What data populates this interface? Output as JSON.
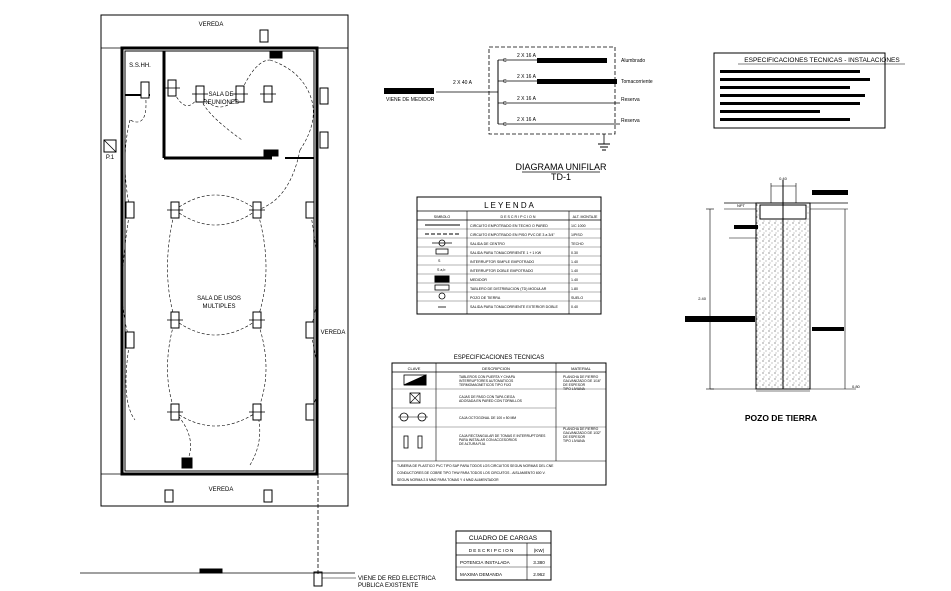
{
  "plan": {
    "vereda_top": "VEREDA",
    "vereda_bottom": "VEREDA",
    "vereda_right": "VEREDA",
    "room_ss_hh": "S.S.HH.",
    "room_reuniones_1": "SALA DE",
    "room_reuniones_2": "REUNIONES",
    "room_usos_1": "SALA DE USOS",
    "room_usos_2": "MULTIPLES",
    "panel_label": "P.1",
    "feed_note_1": "VIENE DE RED ELECTRICA",
    "feed_note_2": "PUBLICA EXISTENTE"
  },
  "unifilar": {
    "title_1": "DIAGRAMA  UNIFILAR",
    "title_2": "TD-1",
    "feed_label": "VIENE DE MEDIDOR",
    "main_breaker": "2 X 40 A",
    "circuits": [
      {
        "id": "C",
        "rating": "2 X 16 A",
        "use": "Alumbrado"
      },
      {
        "id": "C",
        "rating": "2 X 16 A",
        "use": "Tomacorriente"
      },
      {
        "id": "C",
        "rating": "2 X 16 A",
        "use": "Reserva"
      },
      {
        "id": "C",
        "rating": "2 X 16 A",
        "use": "Reserva"
      }
    ]
  },
  "especificaciones": {
    "title": "ESPECIFICACIONES  TECNICAS  -  INSTALACIONES"
  },
  "leyenda": {
    "title": "L E Y E N D A",
    "headers": [
      "SIMBOLO",
      "D E S C R I P C I O N",
      "ALT. MONTAJE"
    ],
    "rows": [
      {
        "desc": "CIRCUITO EMPOTRADO EN TECHO O PARED",
        "alt": "1/C 1000"
      },
      {
        "desc": "CIRCUITO EMPOTRADO EN PISO PVC DE 3 a 3/4\"",
        "alt": "1/PISO"
      },
      {
        "desc": "SALIDA DE CENTRO",
        "alt": "TECHO"
      },
      {
        "desc": "SALIDA PARA TOMACORRIENTE 1 + 1 KW",
        "alt": "0.30"
      },
      {
        "desc": "INTERRUPTOR SIMPLE EMPOTRADO",
        "alt": "1.40"
      },
      {
        "desc": "INTERRUPTOR DOBLE EMPOTRADO",
        "alt": "1.40"
      },
      {
        "desc": "MEDIDOR",
        "alt": "1.40"
      },
      {
        "desc": "TABLERO DE DISTRIBUCION (TD) MODULAR",
        "alt": "1.80"
      },
      {
        "desc": "POZO DE TIERRA",
        "alt": "SUELO"
      },
      {
        "desc": "SALIDA PARA TOMACORRIENTE EXTERIOR DOBLE",
        "alt": "0.40"
      }
    ],
    "symbols": [
      "",
      "",
      "",
      "",
      "S",
      "S  a,b",
      "",
      "",
      "",
      ""
    ]
  },
  "especificaciones_tecnicas": {
    "title": "ESPECIFICACIONES TECNICAS",
    "headers": [
      "CLAVE",
      "DESCRIPCION",
      "MATERIAL"
    ],
    "rows": [
      {
        "desc": [
          "TABLEROS CON PUERTA Y CHAPA",
          "INTERRUPTORES AUTOMATICOS",
          "TERMOMAGNETICOS TIPO FIJO"
        ],
        "mat": [
          "PLANCHA DE FIERRO",
          "GALVANIZADO DE 1/16\"",
          "DE ESPESOR",
          "TIPO LIVIANA"
        ]
      },
      {
        "desc": [
          "CAJAS DE PASO CON TAPA CIEGA",
          "ADOSADA EN PARED CON TORNILLOS"
        ],
        "mat": [
          "PLANCHA DE FIERRO",
          "GALVANIZADO DE 1/32\"",
          "DE ESPESOR",
          "TIPO LIVIANA"
        ]
      },
      {
        "desc": [
          "CAJA OCTOGONAL DE 100 x 50 MM"
        ],
        "mat": []
      },
      {
        "desc": [
          "CAJA RECTANGULAR DE TOMAS E INTERRUPTORES",
          "PARA INSTALAR CON ACCESORIOS",
          "DE ALTURA FIJA"
        ],
        "mat": []
      }
    ],
    "footer_1": "TUBERIA DE PLASTICO PVC TIPO SAP PARA TODOS LOS CIRCUITOS SEGUN NORMAS DEL CNE",
    "footer_2": "CONDUCTORES DE COBRE TIPO THW PARA TODOS LOS CIRCUITOS - AISLAMIENTO 600 V.",
    "footer_3": "SEGUN NORMA 2.5 MM2 PARA TOMAS Y 4 MM2 ALIMENTADOR"
  },
  "pozo": {
    "title": "POZO DE TIERRA",
    "dim_top": "0.40",
    "dim_height": "2.40",
    "dim_right": "0.80",
    "npt": "NPT"
  },
  "cuadro_cargas": {
    "title": "CUADRO DE CARGAS",
    "header_desc": "D E S C R I P C I O N",
    "header_val": "(KW)",
    "rows": [
      {
        "label": "POTENCIA INSTALADA",
        "value": "3.380"
      },
      {
        "label": "MAXIMA DEMANDA",
        "value": "2.962"
      }
    ]
  }
}
